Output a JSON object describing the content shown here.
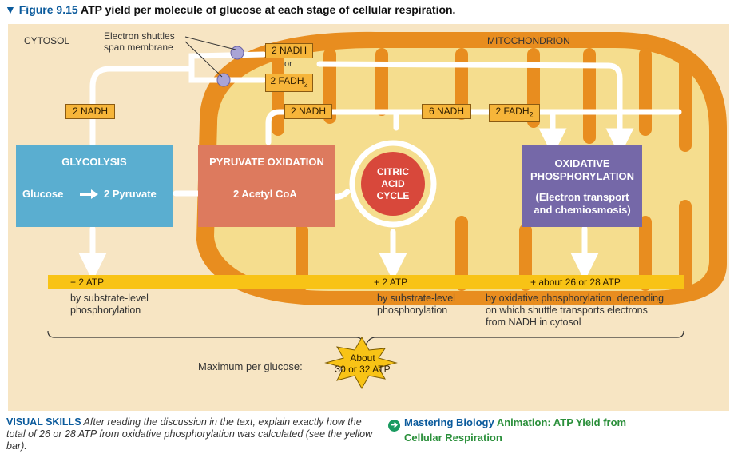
{
  "figure": {
    "marker": "▼",
    "number": "Figure 9.15",
    "title": "ATP yield per molecule of glucose at each stage of cellular respiration."
  },
  "regions": {
    "cytosol": "CYTOSOL",
    "mitochondrion": "MITOCHONDRION"
  },
  "shuttle": {
    "line1": "Electron shuttles",
    "line2": "span membrane",
    "nadh": "2 NADH",
    "or": "or",
    "fadh2": "2 FADH",
    "fadh2_sub": "2"
  },
  "carriers": {
    "glycolysis_nadh": "2 NADH",
    "pyruvate_nadh": "2 NADH",
    "citric_nadh": "6 NADH",
    "citric_fadh2": "2 FADH",
    "citric_fadh2_sub": "2"
  },
  "stages": {
    "glycolysis": {
      "title": "GLYCOLYSIS",
      "input": "Glucose",
      "output": "2 Pyruvate"
    },
    "pyruvate": {
      "title": "PYRUVATE OXIDATION",
      "output": "2 Acetyl CoA"
    },
    "citric": {
      "line1": "CITRIC",
      "line2": "ACID",
      "line3": "CYCLE"
    },
    "oxphos": {
      "line1": "OXIDATIVE",
      "line2": "PHOSPHORYLATION",
      "line3": "(Electron transport",
      "line4": "and chemiosmosis)"
    }
  },
  "atp": {
    "glycolysis": "+ 2 ATP",
    "citric": "+ 2 ATP",
    "oxphos": "+ about 26 or 28 ATP",
    "glycolysis_note1": "by substrate-level",
    "glycolysis_note2": "phosphorylation",
    "citric_note1": "by substrate-level",
    "citric_note2": "phosphorylation",
    "oxphos_note1": "by oxidative phosphorylation, depending",
    "oxphos_note2": "on which shuttle transports electrons",
    "oxphos_note3": "from NADH in cytosol"
  },
  "maximum": {
    "label": "Maximum per glucose:",
    "line1": "About",
    "line2": "30 or 32 ATP"
  },
  "footer": {
    "skills_label": "VISUAL SKILLS",
    "skills_text": "After reading the discussion in the text, explain exactly how the total of 26 or 28 ATP from oxidative phosphorylation was calculated (see the yellow bar).",
    "mastering": "Mastering Biology",
    "animation_line1": "Animation: ATP Yield from",
    "animation_line2": "Cellular Respiration"
  },
  "colors": {
    "panel_bg": "#f7e5c3",
    "mitochondrion": "#e88d1f",
    "matrix": "#f5dd8e",
    "glycolysis": "#5aaed0",
    "pyruvate": "#dd7a5e",
    "citric_cycle": "#d8483b",
    "oxphos": "#7568a8",
    "atp_bar": "#f8c316",
    "carrier_box": "#f6b53a"
  }
}
